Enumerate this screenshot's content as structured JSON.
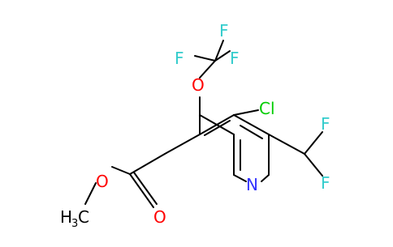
{
  "molecule": {
    "atoms": {
      "f_top_1": "F",
      "f_top_2": "F",
      "f_top_3": "F",
      "oxygen_ether": "O",
      "chlorine": "Cl",
      "fluorine_right_1": "F",
      "fluorine_right_2": "F",
      "nitrogen": "N",
      "oxygen_ester": "O",
      "oxygen_carbonyl": "O",
      "methyl_h": "H",
      "methyl_sub": "3",
      "methyl_c": "C"
    },
    "colors": {
      "oxygen": "#ff0000",
      "nitrogen": "#3333ff",
      "fluorine": "#33cccc",
      "chlorine": "#00cc00",
      "carbon": "#000000",
      "bond": "#000000"
    }
  }
}
